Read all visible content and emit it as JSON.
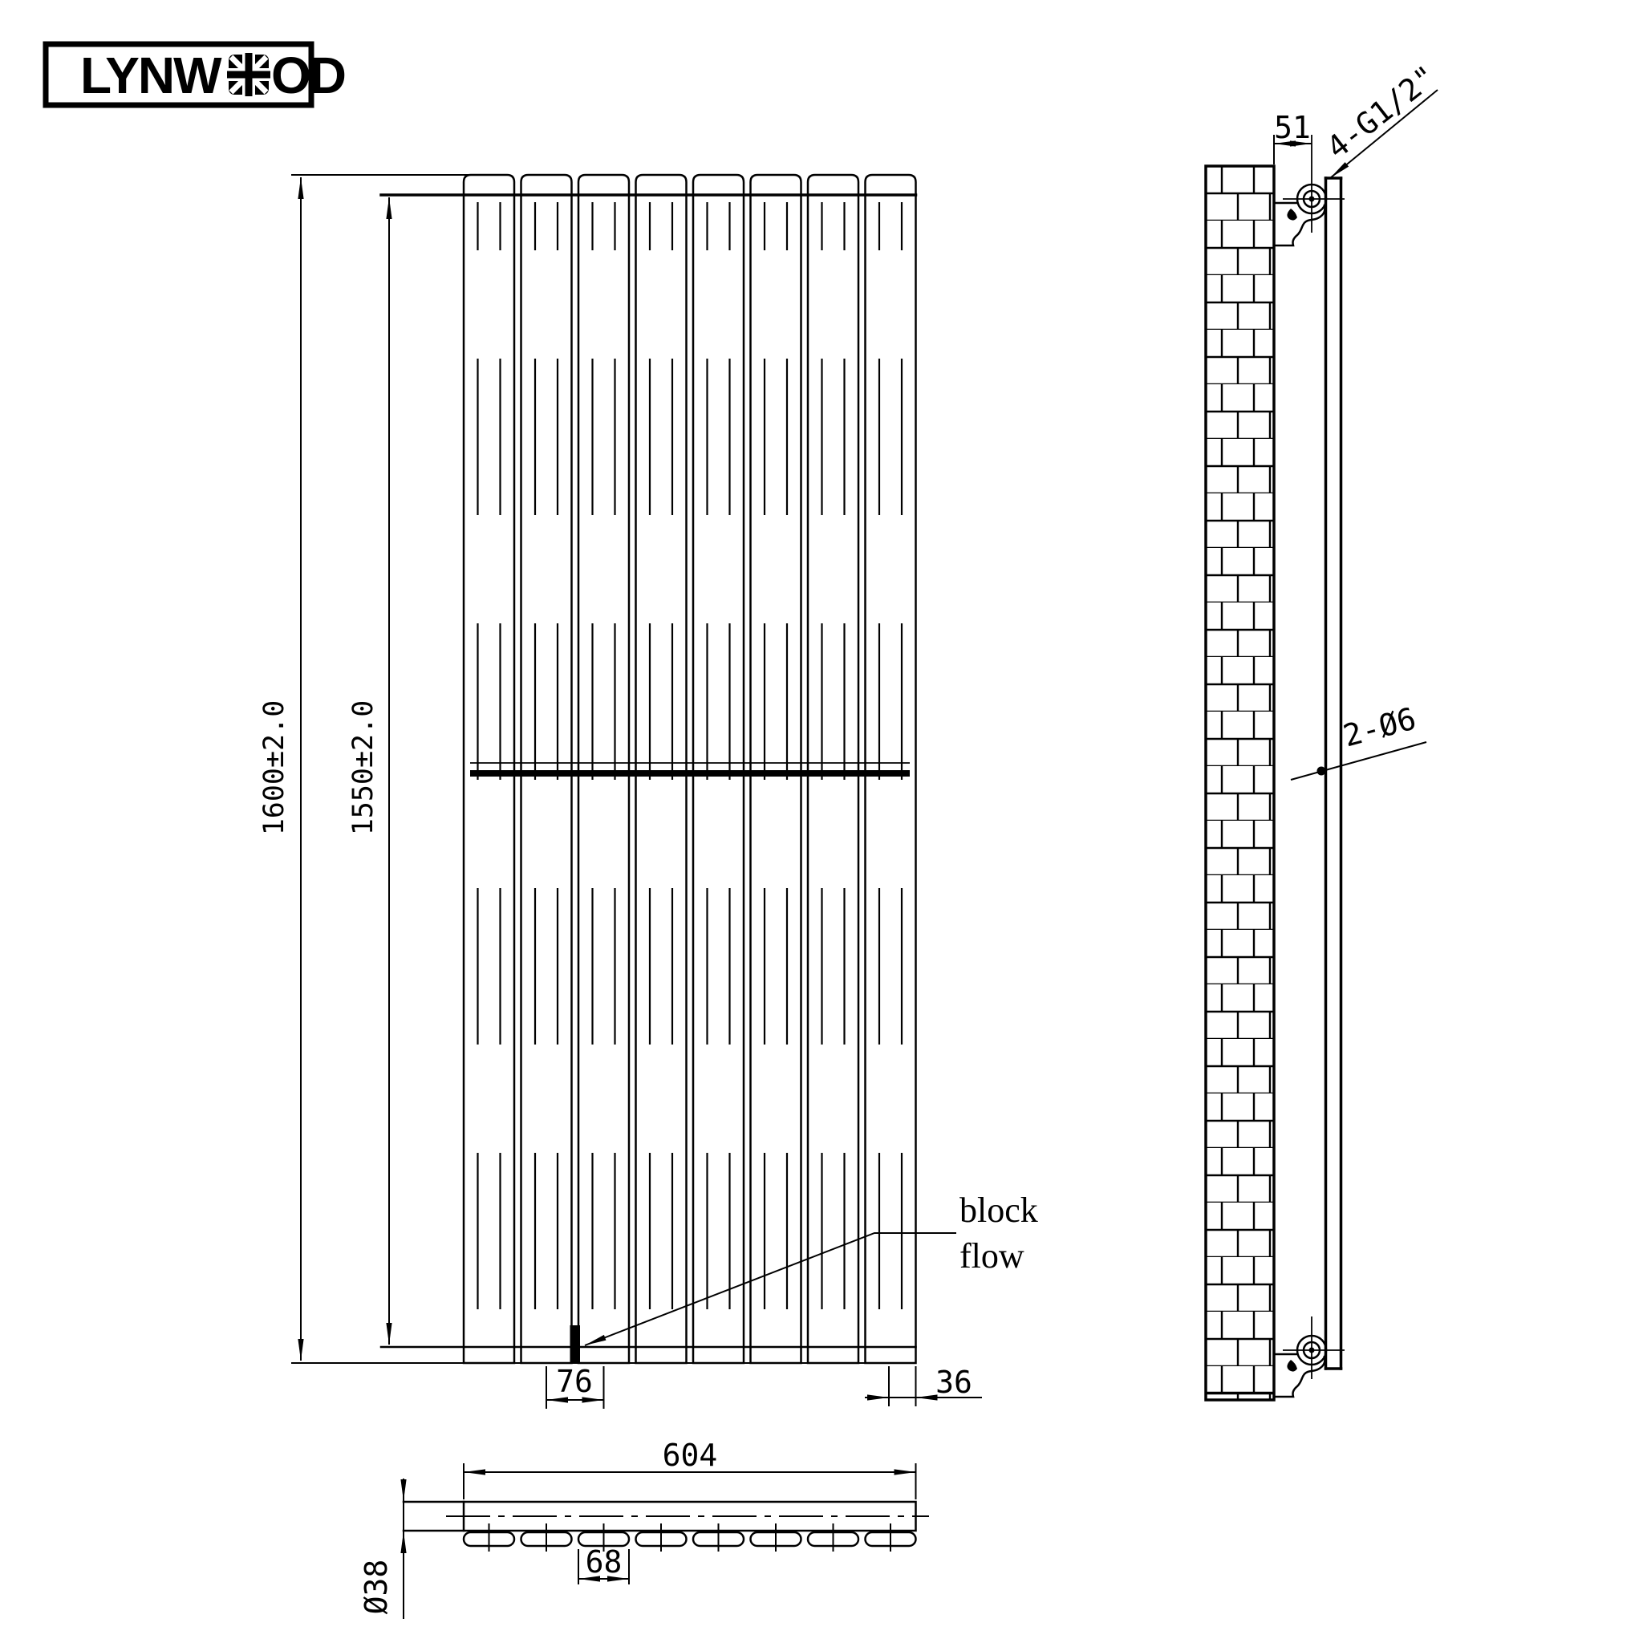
{
  "colors": {
    "line": "#000000",
    "background": "#ffffff"
  },
  "logo": {
    "text_left": "LYNW",
    "text_right": "OD",
    "flag_icon": "union-jack-icon"
  },
  "front_view": {
    "panel_count": 8,
    "dim_overall_height": "1600±2.0",
    "dim_inner_height": "1550±2.0",
    "dim_panel_pitch": "76",
    "dim_side_offset": "36",
    "note_line1": "block",
    "note_line2": "flow"
  },
  "side_view": {
    "dim_wall_to_pipe": "51",
    "label_connections": "4-G1/2\"",
    "label_mount_holes": "2-Ø6"
  },
  "bottom_view": {
    "dim_overall_width": "604",
    "dim_panel_width": "68",
    "dim_pipe_diameter": "Ø38"
  }
}
